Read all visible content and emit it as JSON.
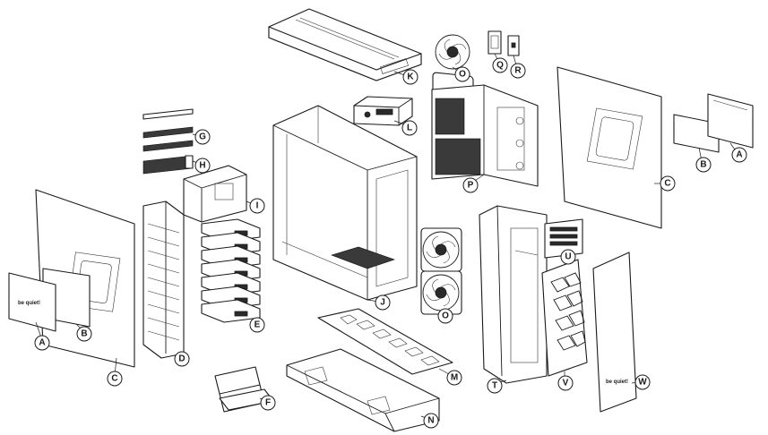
{
  "diagram": {
    "brand_text": "be quiet!",
    "labels": {
      "A": "A",
      "B": "B",
      "C": "C",
      "D": "D",
      "E": "E",
      "F": "F",
      "G": "G",
      "H": "H",
      "I": "I",
      "J": "J",
      "K": "K",
      "L": "L",
      "M": "M",
      "N": "N",
      "O": "O",
      "P": "P",
      "Q": "Q",
      "R": "R",
      "T": "T",
      "U": "U",
      "V": "V",
      "W": "W"
    }
  }
}
